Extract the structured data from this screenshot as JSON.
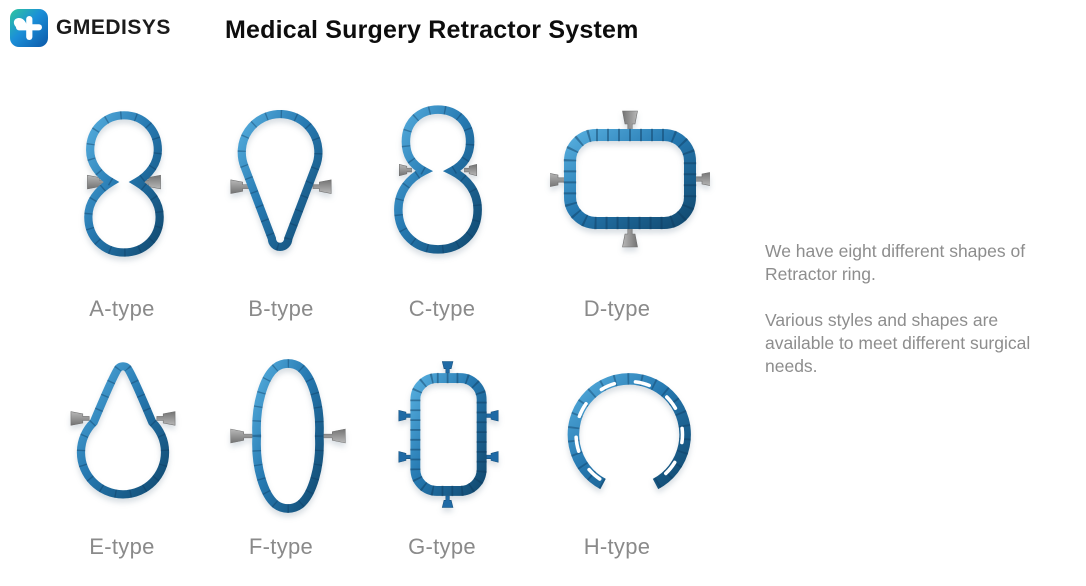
{
  "header": {
    "brand": "GMEDISYS",
    "title": "Medical Surgery Retractor System"
  },
  "figures": [
    {
      "id": "a-type",
      "label": "A-type",
      "shape": "symmetric figure-eight ring, two side handles"
    },
    {
      "id": "b-type",
      "label": "B-type",
      "shape": "keyhole ring with round top and tapered bottom, two side handles"
    },
    {
      "id": "c-type",
      "label": "C-type",
      "shape": "snowman ring with small top lobe and large bottom lobe, two small side handles"
    },
    {
      "id": "d-type",
      "label": "D-type",
      "shape": "rounded rectangle ring landscape, four handles top bottom left right"
    },
    {
      "id": "e-type",
      "label": "E-type",
      "shape": "balloon ring with pointed top and round bottom, two upper side handles"
    },
    {
      "id": "f-type",
      "label": "F-type",
      "shape": "tall oval ring with pinched waist, two long side handles"
    },
    {
      "id": "g-type",
      "label": "G-type",
      "shape": "rounded rectangle ring portrait, six blue handles"
    },
    {
      "id": "h-type",
      "label": "H-type",
      "shape": "horseshoe open-bottom ring with slot cutouts"
    }
  ],
  "info": {
    "para1": "We have eight different shapes of Retractor ring.",
    "para2": "Various styles and shapes are available to meet different surgical needs."
  },
  "colors": {
    "ring_light": "#56aede",
    "ring_mid": "#2679b1",
    "ring_dark": "#11496f",
    "handle_gray": "#8f8f8f",
    "handle_blue": "#1f6aa5",
    "label_gray": "#8a8a8a",
    "logo_teal": "#2fc69e",
    "logo_blue": "#0c58a8"
  }
}
